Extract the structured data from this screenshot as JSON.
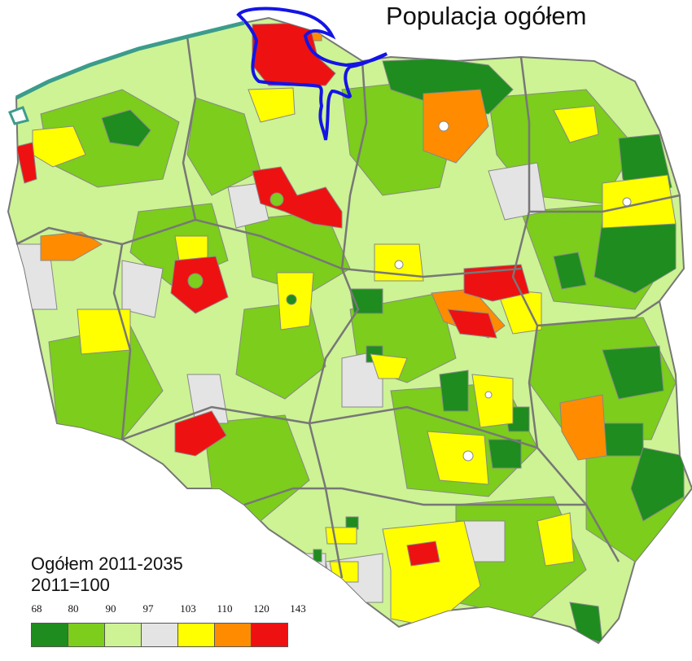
{
  "title": "Populacja ogółem",
  "legend": {
    "title_line1": "Ogółem 2011-2035",
    "title_line2": "2011=100",
    "ticks": [
      "68",
      "80",
      "90",
      "97",
      "103",
      "110",
      "120",
      "143"
    ],
    "classes": [
      {
        "from": 68,
        "to": 80,
        "color": "#1e8c1e"
      },
      {
        "from": 80,
        "to": 90,
        "color": "#7ccd1c"
      },
      {
        "from": 90,
        "to": 97,
        "color": "#cdf394"
      },
      {
        "from": 97,
        "to": 103,
        "color": "#e4e4e4"
      },
      {
        "from": 103,
        "to": 110,
        "color": "#ffff00"
      },
      {
        "from": 110,
        "to": 120,
        "color": "#ff8c00"
      },
      {
        "from": 120,
        "to": 143,
        "color": "#ee1111"
      }
    ]
  },
  "colors": {
    "sea": "#3c9c8c",
    "border": "#777777",
    "highlight": "#1414e6"
  }
}
